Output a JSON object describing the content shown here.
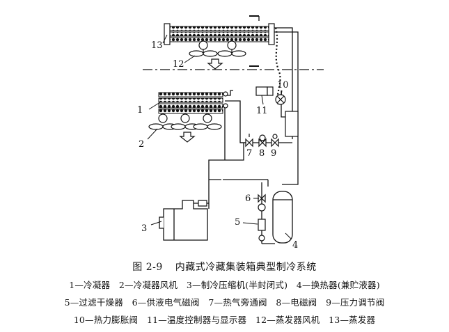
{
  "figure": {
    "number": "图 2-9",
    "title": "内藏式冷藏集装箱典型制冷系统"
  },
  "callouts": [
    "1",
    "2",
    "3",
    "4",
    "5",
    "6",
    "7",
    "8",
    "9",
    "10",
    "11",
    "12",
    "13"
  ],
  "legend_lines": [
    "1—冷凝器　2—冷凝器风机　3—制冷压缩机(半封闭式)　4—换热器(兼贮液器)",
    "5—过滤干燥器　6—供液电气磁阀　7—热气旁通阀　8—电磁阀　9—压力调节阀",
    "10—热力膨胀阀　11—温度控制器与显示器　12—蒸发器风机　13—蒸发器"
  ]
}
